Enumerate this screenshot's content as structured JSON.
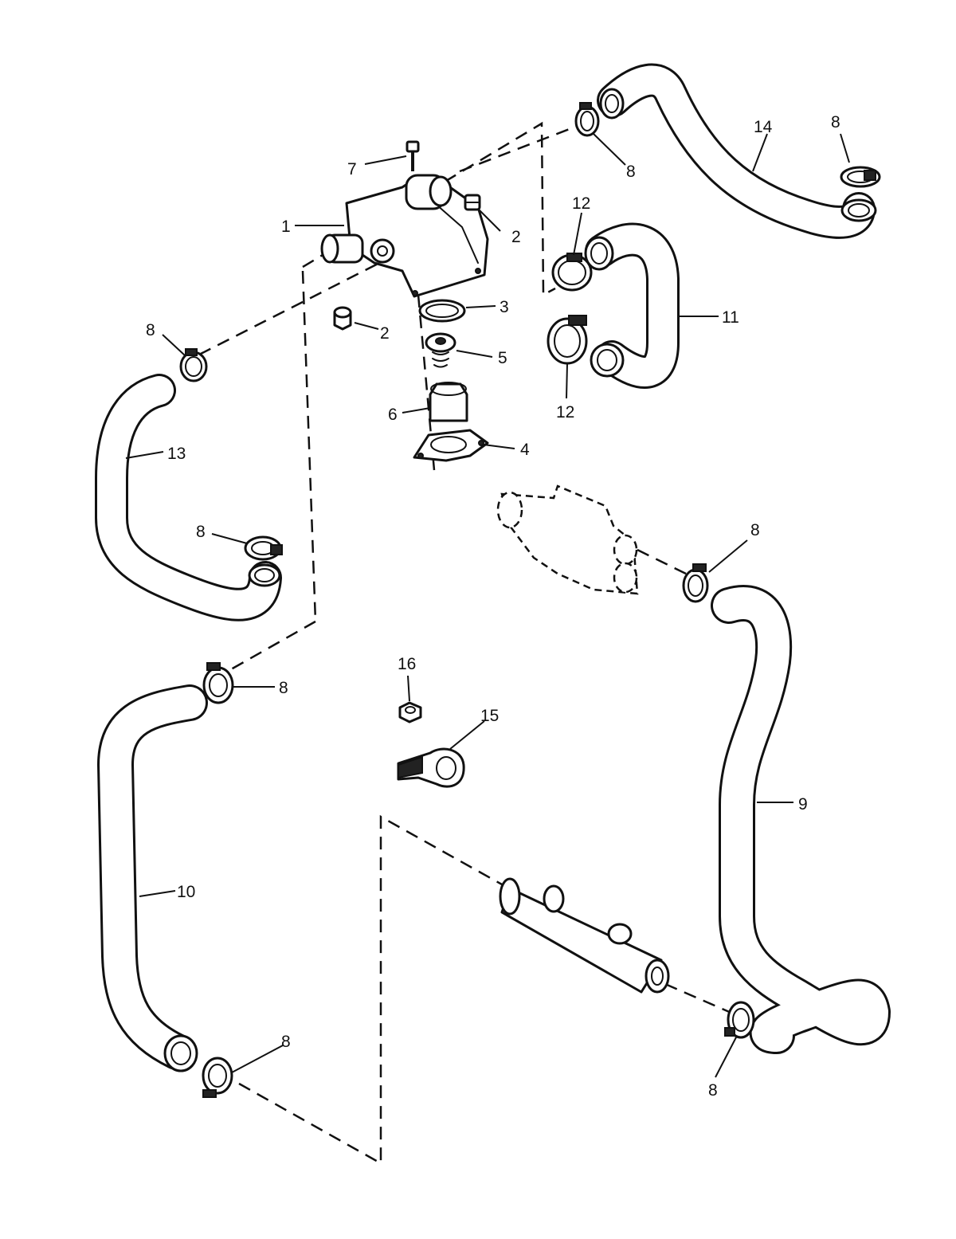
{
  "callouts": {
    "c1": "1",
    "c2a": "2",
    "c2b": "2",
    "c3": "3",
    "c4": "4",
    "c5": "5",
    "c6": "6",
    "c7": "7",
    "c8a": "8",
    "c8b": "8",
    "c8c": "8",
    "c8d": "8",
    "c8e": "8",
    "c8f": "8",
    "c8g": "8",
    "c8h": "8",
    "c9": "9",
    "c10": "10",
    "c11": "11",
    "c12a": "12",
    "c12b": "12",
    "c13": "13",
    "c14": "14",
    "c15": "15",
    "c16": "16"
  }
}
